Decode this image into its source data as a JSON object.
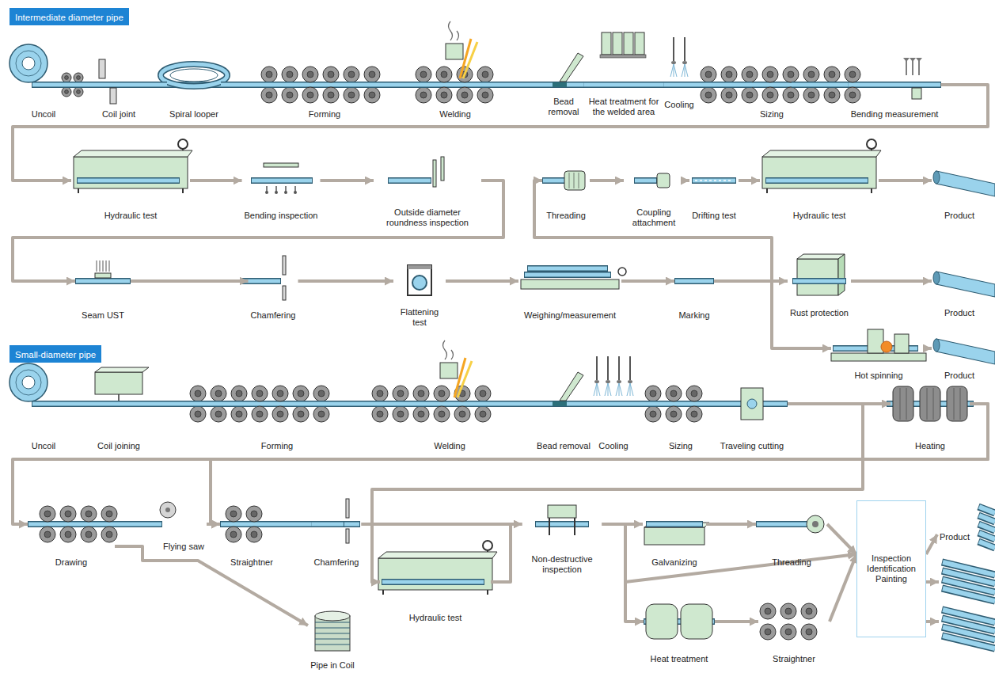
{
  "diagram": {
    "nodes": [
      {
        "text": [
          "Intermediate diameter pipe"
        ]
      },
      {
        "text": [
          "Uncoil"
        ]
      },
      {
        "text": [
          "Coil joint"
        ]
      },
      {
        "text": [
          "Spiral looper"
        ]
      },
      {
        "text": [
          "Forming"
        ]
      },
      {
        "text": [
          "Welding"
        ]
      },
      {
        "text": [
          "Bead removal"
        ]
      },
      {
        "text": [
          "Heat treatment for the welded area"
        ]
      },
      {
        "text": [
          "Cooling"
        ]
      },
      {
        "text": [
          "Sizing"
        ]
      },
      {
        "text": [
          "Bending measurement"
        ]
      },
      {
        "text": [
          "Hydraulic test"
        ]
      },
      {
        "text": [
          "Bending inspection"
        ]
      },
      {
        "text": [
          "Outside diameter roundness inspection"
        ]
      },
      {
        "text": [
          "Seam UST"
        ]
      },
      {
        "text": [
          "Chamfering"
        ]
      },
      {
        "text": [
          "Flattening test"
        ]
      },
      {
        "text": [
          "Weighing/measurement"
        ]
      },
      {
        "text": [
          "Marking"
        ]
      },
      {
        "text": [
          "Threading"
        ]
      },
      {
        "text": [
          "Coupling attachment"
        ]
      },
      {
        "text": [
          "Drifting test"
        ]
      },
      {
        "text": [
          "Hydraulic test"
        ]
      },
      {
        "text": [
          "Product"
        ]
      },
      {
        "text": [
          "Rust protection"
        ]
      },
      {
        "text": [
          "Product"
        ]
      },
      {
        "text": [
          "Hot spinning"
        ]
      },
      {
        "text": [
          "Product"
        ]
      },
      {
        "text": [
          "Small-diameter pipe"
        ]
      },
      {
        "text": [
          "Uncoil"
        ]
      },
      {
        "text": [
          "Coil joining"
        ]
      },
      {
        "text": [
          "Forming"
        ]
      },
      {
        "text": [
          "Welding"
        ]
      },
      {
        "text": [
          "Bead removal"
        ]
      },
      {
        "text": [
          "Cooling"
        ]
      },
      {
        "text": [
          "Sizing"
        ]
      },
      {
        "text": [
          "Traveling cutting"
        ]
      },
      {
        "text": [
          "Heating"
        ]
      },
      {
        "text": [
          "Drawing"
        ]
      },
      {
        "text": [
          "Flying saw"
        ]
      },
      {
        "text": [
          "Pipe in Coil"
        ]
      },
      {
        "text": [
          "Straightner"
        ]
      },
      {
        "text": [
          "Chamfering"
        ]
      },
      {
        "text": [
          "Hydraulic test"
        ]
      },
      {
        "text": [
          "Non-destructive inspection"
        ]
      },
      {
        "text": [
          "Galvanizing"
        ]
      },
      {
        "text": [
          "Threading"
        ]
      },
      {
        "text": [
          "Heat treatment"
        ]
      },
      {
        "text": [
          "Straightner"
        ]
      },
      {
        "text": [
          "Inspection Identification Painting"
        ]
      },
      {
        "text": [
          "Product"
        ]
      }
    ],
    "edges": [
      {
        "from": 1,
        "to": 2,
        "arrow": "none"
      },
      {
        "from": 2,
        "to": 3,
        "arrow": "none"
      },
      {
        "from": 3,
        "to": 4,
        "arrow": "none"
      },
      {
        "from": 4,
        "to": 5,
        "arrow": "none"
      },
      {
        "from": 5,
        "to": 6,
        "arrow": "none"
      },
      {
        "from": 6,
        "to": 7,
        "arrow": "none"
      },
      {
        "from": 7,
        "to": 8,
        "arrow": "none"
      },
      {
        "from": 8,
        "to": 9,
        "arrow": "none"
      },
      {
        "from": 9,
        "to": 10,
        "arrow": "none"
      },
      {
        "from": 10,
        "to": 11,
        "arrow": "to"
      },
      {
        "from": 11,
        "to": 12,
        "arrow": "to"
      },
      {
        "from": 12,
        "to": 13,
        "arrow": "to"
      },
      {
        "from": 13,
        "to": 14,
        "arrow": "to"
      },
      {
        "from": 14,
        "to": 15,
        "arrow": "to"
      },
      {
        "from": 15,
        "to": 16,
        "arrow": "to"
      },
      {
        "from": 16,
        "to": 17,
        "arrow": "to"
      },
      {
        "from": 17,
        "to": 18,
        "arrow": "to"
      },
      {
        "from": 18,
        "to": 19,
        "arrow": "to"
      },
      {
        "from": 18,
        "to": 24,
        "arrow": "to"
      },
      {
        "from": 18,
        "to": 26,
        "arrow": "to"
      },
      {
        "from": 19,
        "to": 20,
        "arrow": "to"
      },
      {
        "from": 20,
        "to": 21,
        "arrow": "to"
      },
      {
        "from": 21,
        "to": 22,
        "arrow": "to"
      },
      {
        "from": 22,
        "to": 23,
        "arrow": "to"
      },
      {
        "from": 24,
        "to": 25,
        "arrow": "to"
      },
      {
        "from": 26,
        "to": 27,
        "arrow": "to"
      },
      {
        "from": 29,
        "to": 30,
        "arrow": "none"
      },
      {
        "from": 30,
        "to": 31,
        "arrow": "none"
      },
      {
        "from": 31,
        "to": 32,
        "arrow": "none"
      },
      {
        "from": 32,
        "to": 33,
        "arrow": "none"
      },
      {
        "from": 33,
        "to": 34,
        "arrow": "none"
      },
      {
        "from": 34,
        "to": 35,
        "arrow": "none"
      },
      {
        "from": 35,
        "to": 36,
        "arrow": "none"
      },
      {
        "from": 36,
        "to": 37,
        "arrow": "to"
      },
      {
        "from": 36,
        "to": 43,
        "arrow": "to"
      },
      {
        "from": 37,
        "to": 38,
        "arrow": "to"
      },
      {
        "from": 37,
        "to": 41,
        "arrow": "to"
      },
      {
        "from": 38,
        "to": 39,
        "arrow": "none"
      },
      {
        "from": 39,
        "to": 41,
        "arrow": "to"
      },
      {
        "from": 38,
        "to": 40,
        "arrow": "to"
      },
      {
        "from": 41,
        "to": 42,
        "arrow": "none"
      },
      {
        "from": 42,
        "to": 44,
        "arrow": "to"
      },
      {
        "from": 42,
        "to": 43,
        "arrow": "to"
      },
      {
        "from": 43,
        "to": 44,
        "arrow": "to"
      },
      {
        "from": 44,
        "to": 45,
        "arrow": "to"
      },
      {
        "from": 44,
        "to": 49,
        "arrow": "to"
      },
      {
        "from": 44,
        "to": 47,
        "arrow": "to"
      },
      {
        "from": 45,
        "to": 46,
        "arrow": "to"
      },
      {
        "from": 46,
        "to": 49,
        "arrow": "to"
      },
      {
        "from": 47,
        "to": 48,
        "arrow": "to"
      },
      {
        "from": 48,
        "to": 49,
        "arrow": "to"
      },
      {
        "from": 49,
        "to": 50,
        "arrow": "to"
      }
    ]
  }
}
